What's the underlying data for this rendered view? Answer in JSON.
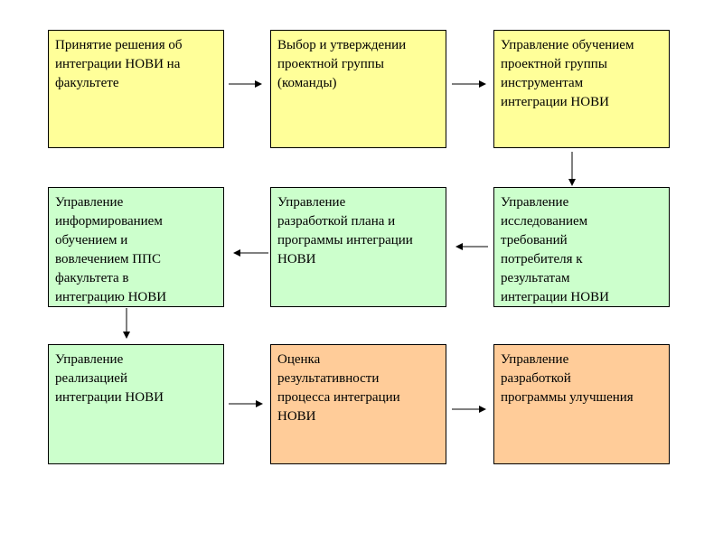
{
  "colors": {
    "yellow": "#ffff99",
    "green": "#ccffcc",
    "orange": "#ffcc99",
    "border": "#000000"
  },
  "boxes": [
    {
      "text": "Принятие решения об\nинтеграции НОВИ на\nфакультете"
    },
    {
      "text": "Выбор и утверждении\nпроектной группы\n(команды)"
    },
    {
      "text": "Управление обучением\nпроектной группы\nинструментам\nинтеграции НОВИ"
    },
    {
      "text": "Управление\nинформированием\nобучением и\nвовлечением  ППС\nфакультета в\nинтеграцию НОВИ"
    },
    {
      "text": "Управление\nразработкой плана и\nпрограммы интеграции\nНОВИ"
    },
    {
      "text": "Управление\nисследованием\nтребований\nпотребителя к\nрезультатам\nинтеграции НОВИ"
    },
    {
      "text": " Управление\nреализацией\nинтеграции НОВИ"
    },
    {
      "text": " Оценка\nрезультативности\nпроцесса интеграции\nНОВИ"
    },
    {
      "text": " Управление\nразработкой\nпрограммы улучшения"
    }
  ]
}
